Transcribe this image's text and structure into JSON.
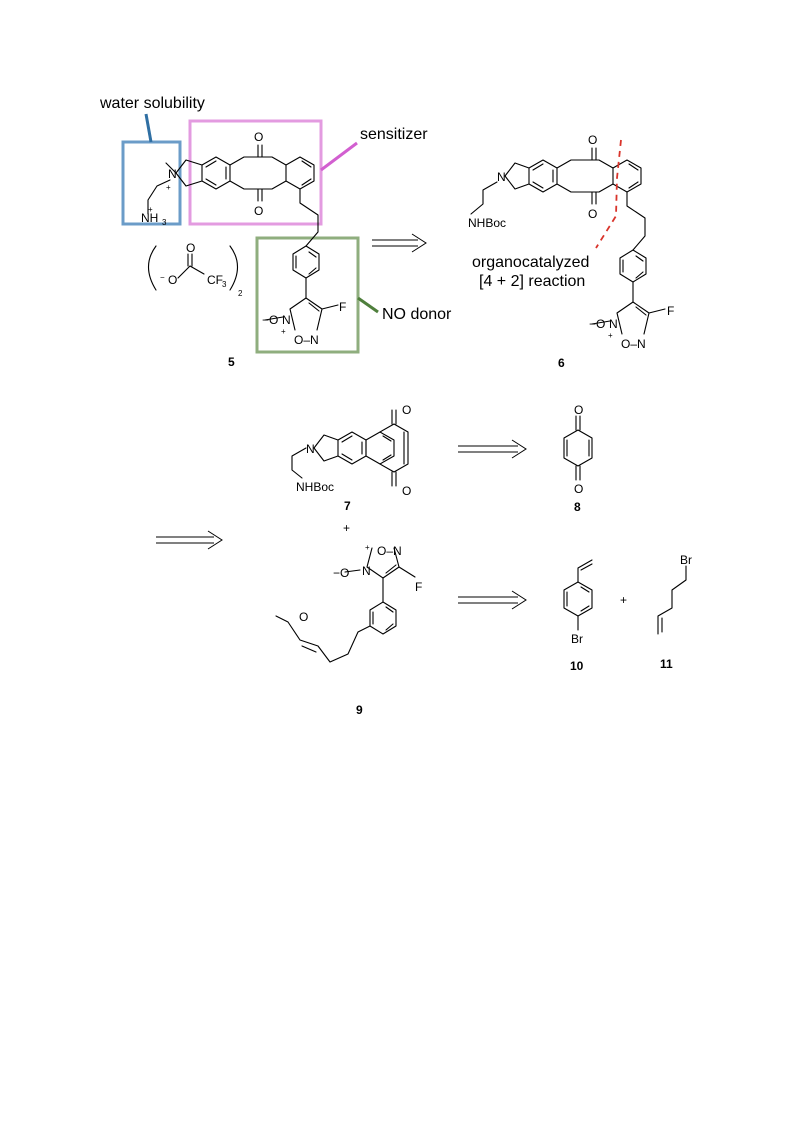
{
  "annotations": {
    "water_solubility": "water solubility",
    "sensitizer": "sensitizer",
    "no_donor": "NO donor",
    "organocatalyzed_line1": "organocatalyzed",
    "organocatalyzed_line2": "[4 + 2] reaction"
  },
  "compound_numbers": {
    "c5": "5",
    "c6": "6",
    "c7": "7",
    "c8": "8",
    "c9": "9",
    "c10": "10",
    "c11": "11"
  },
  "atom_labels": {
    "O": "O",
    "N": "N",
    "F": "F",
    "Br": "Br",
    "NH3": "NH",
    "three": "3",
    "NHBoc": "NHBoc",
    "CF3": "CF",
    "minusO": "−O",
    "minus": "−",
    "plus": "+",
    "two": "2",
    "O_minus": "O",
    "ON": "O–N",
    "O_N": "O–N"
  },
  "operators": {
    "plus": "+"
  },
  "colors": {
    "water_box": "#6b9cc8",
    "water_line": "#2f6fa3",
    "sensitizer_box": "#e39be0",
    "sensitizer_line": "#d25fd0",
    "no_donor_box": "#8fae7e",
    "no_donor_line": "#4f7f3c",
    "disconnection": "#d9342b"
  }
}
